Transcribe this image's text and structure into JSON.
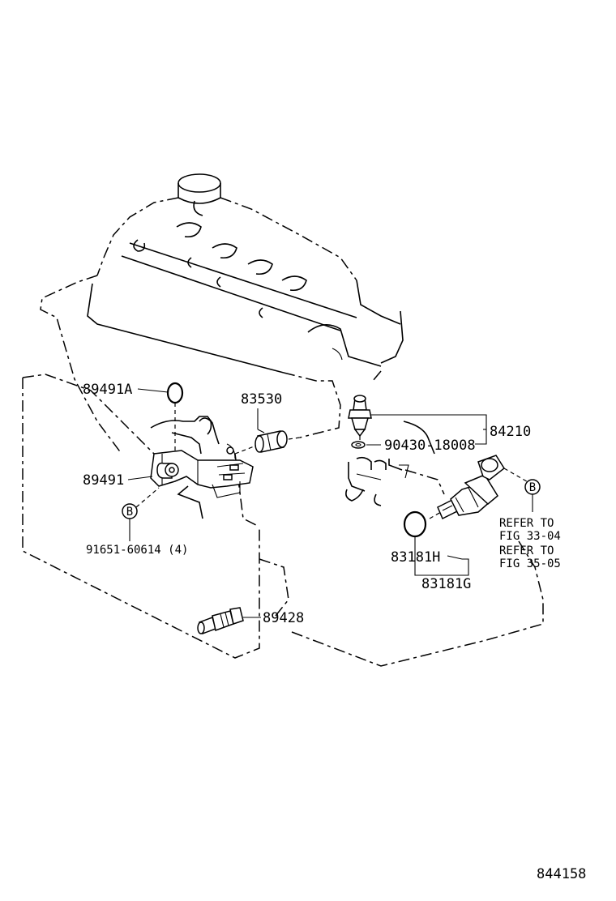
{
  "labels": {
    "p89491A": "89491A",
    "p83530": "83530",
    "p84210": "84210",
    "p90430": "90430-18008",
    "p89491": "89491",
    "p91651": "91651-60614 (4)",
    "p83181H": "83181H",
    "p83181G": "83181G",
    "p89428": "89428",
    "refer1": "REFER TO",
    "fig1": "FIG 33-04",
    "refer2": "REFER TO",
    "fig2": "FIG 35-05",
    "marker_b": "B",
    "diagram_id": "844158"
  }
}
